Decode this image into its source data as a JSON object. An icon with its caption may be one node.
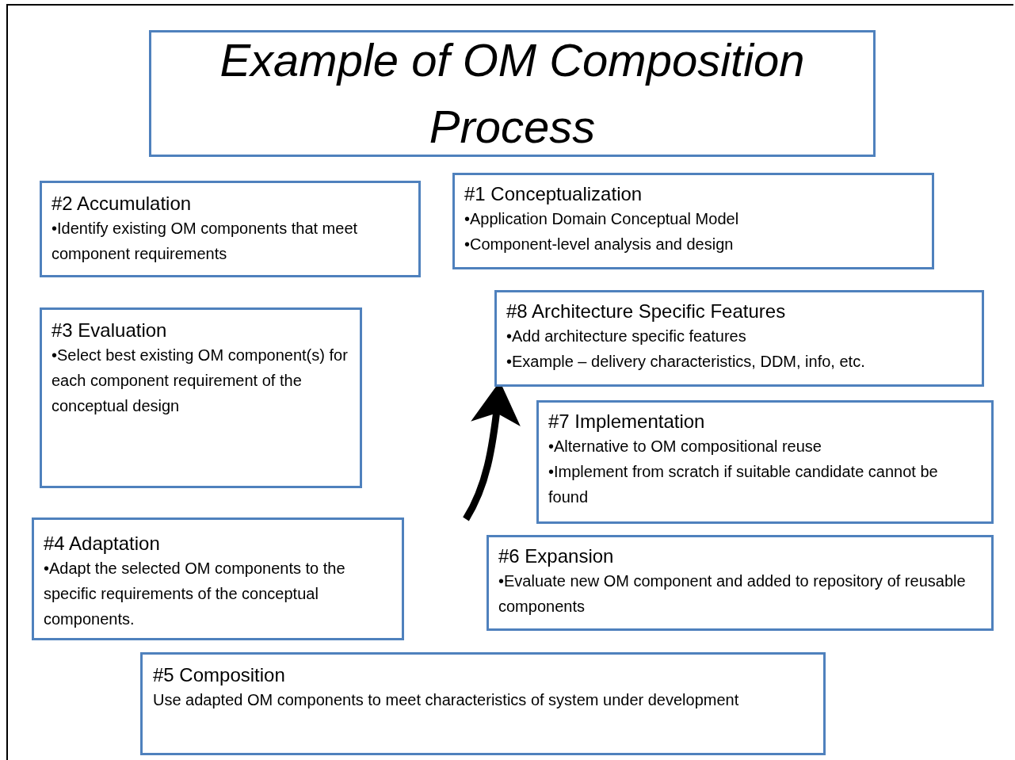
{
  "diagram": {
    "title": "Example of OM Composition Process",
    "nodes": [
      {
        "text": [
          "#1 Conceptualization",
          "•Application Domain Conceptual Model",
          "•Component-level analysis and design"
        ]
      },
      {
        "text": [
          "#2 Accumulation",
          "•Identify existing OM components that meet component requirements"
        ]
      },
      {
        "text": [
          "#3 Evaluation",
          "•Select best existing OM component(s) for each component requirement of the conceptual design"
        ]
      },
      {
        "text": [
          "#4 Adaptation",
          "•Adapt the selected OM components to the specific requirements of the conceptual components."
        ]
      },
      {
        "text": [
          "#5 Composition",
          "Use adapted OM components to meet characteristics of system under development"
        ]
      },
      {
        "text": [
          "#6 Expansion",
          "•Evaluate new OM component  and added to repository of reusable components"
        ]
      },
      {
        "text": [
          "#7 Implementation",
          "•Alternative to OM compositional reuse",
          "•Implement from scratch if suitable candidate cannot be found"
        ]
      },
      {
        "text": [
          "#8 Architecture Specific Features",
          "•Add architecture specific features",
          "•Example – delivery characteristics, DDM, info, etc."
        ]
      }
    ],
    "edges": [
      {
        "from": null,
        "to": 7,
        "arrow": "to"
      }
    ]
  }
}
